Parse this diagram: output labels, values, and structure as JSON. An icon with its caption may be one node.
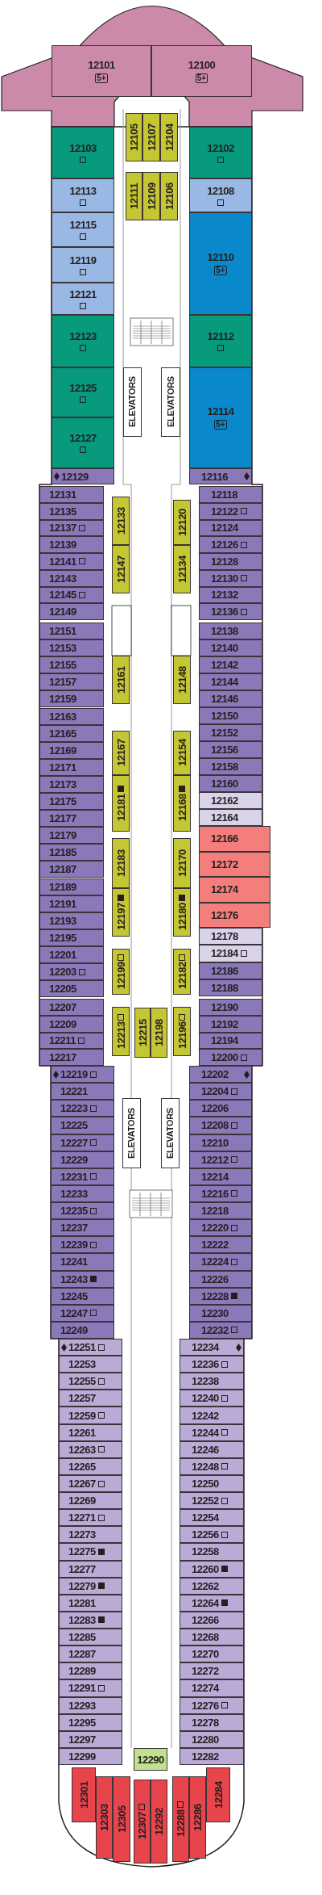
{
  "diagram": {
    "nodes": [
      {
        "text": [
          "12101",
          "5+"
        ]
      },
      {
        "text": [
          "12100",
          "5+"
        ]
      },
      {
        "text": [
          "12103"
        ]
      },
      {
        "text": [
          "12113"
        ]
      },
      {
        "text": [
          "12115"
        ]
      },
      {
        "text": [
          "12119"
        ]
      },
      {
        "text": [
          "12121"
        ]
      },
      {
        "text": [
          "12123"
        ]
      },
      {
        "text": [
          "12125"
        ]
      },
      {
        "text": [
          "12127"
        ]
      },
      {
        "text": [
          "12129"
        ]
      },
      {
        "text": [
          "12105"
        ]
      },
      {
        "text": [
          "12107"
        ]
      },
      {
        "text": [
          "12104"
        ]
      },
      {
        "text": [
          "12111"
        ]
      },
      {
        "text": [
          "12109"
        ]
      },
      {
        "text": [
          "12106"
        ]
      },
      {
        "text": [
          "12102"
        ]
      },
      {
        "text": [
          "12108"
        ]
      },
      {
        "text": [
          "12110",
          "5+"
        ]
      },
      {
        "text": [
          "12112"
        ]
      },
      {
        "text": [
          "12114",
          "5+"
        ]
      },
      {
        "text": [
          "12116"
        ]
      },
      {
        "text": [
          "ELEVATORS"
        ]
      },
      {
        "text": [
          "ELEVATORS"
        ]
      },
      {
        "text": [
          "12131"
        ]
      },
      {
        "text": [
          "12135"
        ]
      },
      {
        "text": [
          "12137"
        ]
      },
      {
        "text": [
          "12139"
        ]
      },
      {
        "text": [
          "12141"
        ]
      },
      {
        "text": [
          "12143"
        ]
      },
      {
        "text": [
          "12145"
        ]
      },
      {
        "text": [
          "12149"
        ]
      },
      {
        "text": [
          "12151"
        ]
      },
      {
        "text": [
          "12153"
        ]
      },
      {
        "text": [
          "12155"
        ]
      },
      {
        "text": [
          "12157"
        ]
      },
      {
        "text": [
          "12159"
        ]
      },
      {
        "text": [
          "12163"
        ]
      },
      {
        "text": [
          "12165"
        ]
      },
      {
        "text": [
          "12169"
        ]
      },
      {
        "text": [
          "12171"
        ]
      },
      {
        "text": [
          "12173"
        ]
      },
      {
        "text": [
          "12175"
        ]
      },
      {
        "text": [
          "12177"
        ]
      },
      {
        "text": [
          "12179"
        ]
      },
      {
        "text": [
          "12185"
        ]
      },
      {
        "text": [
          "12187"
        ]
      },
      {
        "text": [
          "12189"
        ]
      },
      {
        "text": [
          "12191"
        ]
      },
      {
        "text": [
          "12193"
        ]
      },
      {
        "text": [
          "12195"
        ]
      },
      {
        "text": [
          "12201"
        ]
      },
      {
        "text": [
          "12203"
        ]
      },
      {
        "text": [
          "12205"
        ]
      },
      {
        "text": [
          "12207"
        ]
      },
      {
        "text": [
          "12209"
        ]
      },
      {
        "text": [
          "12211"
        ]
      },
      {
        "text": [
          "12217"
        ]
      },
      {
        "text": [
          "12133"
        ]
      },
      {
        "text": [
          "12147"
        ]
      },
      {
        "text": [
          "12161"
        ]
      },
      {
        "text": [
          "12167"
        ]
      },
      {
        "text": [
          "12181"
        ]
      },
      {
        "text": [
          "12183"
        ]
      },
      {
        "text": [
          "12197"
        ]
      },
      {
        "text": [
          "12199"
        ]
      },
      {
        "text": [
          "12213"
        ]
      },
      {
        "text": [
          "12215"
        ]
      },
      {
        "text": [
          "12198"
        ]
      },
      {
        "text": [
          "12120"
        ]
      },
      {
        "text": [
          "12134"
        ]
      },
      {
        "text": [
          "12148"
        ]
      },
      {
        "text": [
          "12154"
        ]
      },
      {
        "text": [
          "12168"
        ]
      },
      {
        "text": [
          "12170"
        ]
      },
      {
        "text": [
          "12180"
        ]
      },
      {
        "text": [
          "12182"
        ]
      },
      {
        "text": [
          "12196"
        ]
      },
      {
        "text": [
          "12118"
        ]
      },
      {
        "text": [
          "12122"
        ]
      },
      {
        "text": [
          "12124"
        ]
      },
      {
        "text": [
          "12126"
        ]
      },
      {
        "text": [
          "12128"
        ]
      },
      {
        "text": [
          "12130"
        ]
      },
      {
        "text": [
          "12132"
        ]
      },
      {
        "text": [
          "12136"
        ]
      },
      {
        "text": [
          "12138"
        ]
      },
      {
        "text": [
          "12140"
        ]
      },
      {
        "text": [
          "12142"
        ]
      },
      {
        "text": [
          "12144"
        ]
      },
      {
        "text": [
          "12146"
        ]
      },
      {
        "text": [
          "12150"
        ]
      },
      {
        "text": [
          "12152"
        ]
      },
      {
        "text": [
          "12156"
        ]
      },
      {
        "text": [
          "12158"
        ]
      },
      {
        "text": [
          "12160"
        ]
      },
      {
        "text": [
          "12162"
        ]
      },
      {
        "text": [
          "12164"
        ]
      },
      {
        "text": [
          "12166"
        ]
      },
      {
        "text": [
          "12172"
        ]
      },
      {
        "text": [
          "12174"
        ]
      },
      {
        "text": [
          "12176"
        ]
      },
      {
        "text": [
          "12178"
        ]
      },
      {
        "text": [
          "12184"
        ]
      },
      {
        "text": [
          "12186"
        ]
      },
      {
        "text": [
          "12188"
        ]
      },
      {
        "text": [
          "12190"
        ]
      },
      {
        "text": [
          "12192"
        ]
      },
      {
        "text": [
          "12194"
        ]
      },
      {
        "text": [
          "12200"
        ]
      },
      {
        "text": [
          "ELEVATORS"
        ]
      },
      {
        "text": [
          "ELEVATORS"
        ]
      },
      {
        "text": [
          "12219"
        ]
      },
      {
        "text": [
          "12221"
        ]
      },
      {
        "text": [
          "12223"
        ]
      },
      {
        "text": [
          "12225"
        ]
      },
      {
        "text": [
          "12227"
        ]
      },
      {
        "text": [
          "12229"
        ]
      },
      {
        "text": [
          "12231"
        ]
      },
      {
        "text": [
          "12233"
        ]
      },
      {
        "text": [
          "12235"
        ]
      },
      {
        "text": [
          "12237"
        ]
      },
      {
        "text": [
          "12239"
        ]
      },
      {
        "text": [
          "12241"
        ]
      },
      {
        "text": [
          "12243"
        ]
      },
      {
        "text": [
          "12245"
        ]
      },
      {
        "text": [
          "12247"
        ]
      },
      {
        "text": [
          "12249"
        ]
      },
      {
        "text": [
          "12202"
        ]
      },
      {
        "text": [
          "12204"
        ]
      },
      {
        "text": [
          "12206"
        ]
      },
      {
        "text": [
          "12208"
        ]
      },
      {
        "text": [
          "12210"
        ]
      },
      {
        "text": [
          "12212"
        ]
      },
      {
        "text": [
          "12214"
        ]
      },
      {
        "text": [
          "12216"
        ]
      },
      {
        "text": [
          "12218"
        ]
      },
      {
        "text": [
          "12220"
        ]
      },
      {
        "text": [
          "12222"
        ]
      },
      {
        "text": [
          "12224"
        ]
      },
      {
        "text": [
          "12226"
        ]
      },
      {
        "text": [
          "12228"
        ]
      },
      {
        "text": [
          "12230"
        ]
      },
      {
        "text": [
          "12232"
        ]
      },
      {
        "text": [
          "12251"
        ]
      },
      {
        "text": [
          "12253"
        ]
      },
      {
        "text": [
          "12255"
        ]
      },
      {
        "text": [
          "12257"
        ]
      },
      {
        "text": [
          "12259"
        ]
      },
      {
        "text": [
          "12261"
        ]
      },
      {
        "text": [
          "12263"
        ]
      },
      {
        "text": [
          "12265"
        ]
      },
      {
        "text": [
          "12267"
        ]
      },
      {
        "text": [
          "12269"
        ]
      },
      {
        "text": [
          "12271"
        ]
      },
      {
        "text": [
          "12273"
        ]
      },
      {
        "text": [
          "12275"
        ]
      },
      {
        "text": [
          "12277"
        ]
      },
      {
        "text": [
          "12279"
        ]
      },
      {
        "text": [
          "12281"
        ]
      },
      {
        "text": [
          "12283"
        ]
      },
      {
        "text": [
          "12285"
        ]
      },
      {
        "text": [
          "12287"
        ]
      },
      {
        "text": [
          "12289"
        ]
      },
      {
        "text": [
          "12291"
        ]
      },
      {
        "text": [
          "12293"
        ]
      },
      {
        "text": [
          "12295"
        ]
      },
      {
        "text": [
          "12297"
        ]
      },
      {
        "text": [
          "12299"
        ]
      },
      {
        "text": [
          "12234"
        ]
      },
      {
        "text": [
          "12236"
        ]
      },
      {
        "text": [
          "12238"
        ]
      },
      {
        "text": [
          "12240"
        ]
      },
      {
        "text": [
          "12242"
        ]
      },
      {
        "text": [
          "12244"
        ]
      },
      {
        "text": [
          "12246"
        ]
      },
      {
        "text": [
          "12248"
        ]
      },
      {
        "text": [
          "12250"
        ]
      },
      {
        "text": [
          "12252"
        ]
      },
      {
        "text": [
          "12254"
        ]
      },
      {
        "text": [
          "12256"
        ]
      },
      {
        "text": [
          "12258"
        ]
      },
      {
        "text": [
          "12260"
        ]
      },
      {
        "text": [
          "12262"
        ]
      },
      {
        "text": [
          "12264"
        ]
      },
      {
        "text": [
          "12266"
        ]
      },
      {
        "text": [
          "12268"
        ]
      },
      {
        "text": [
          "12270"
        ]
      },
      {
        "text": [
          "12272"
        ]
      },
      {
        "text": [
          "12274"
        ]
      },
      {
        "text": [
          "12276"
        ]
      },
      {
        "text": [
          "12278"
        ]
      },
      {
        "text": [
          "12280"
        ]
      },
      {
        "text": [
          "12282"
        ]
      },
      {
        "text": [
          "12290"
        ]
      },
      {
        "text": [
          "12301"
        ]
      },
      {
        "text": [
          "12303"
        ]
      },
      {
        "text": [
          "12305"
        ]
      },
      {
        "text": [
          "12307"
        ]
      },
      {
        "text": [
          "12292"
        ]
      },
      {
        "text": [
          "12288"
        ]
      },
      {
        "text": [
          "12286"
        ]
      },
      {
        "text": [
          "12284"
        ]
      }
    ]
  }
}
